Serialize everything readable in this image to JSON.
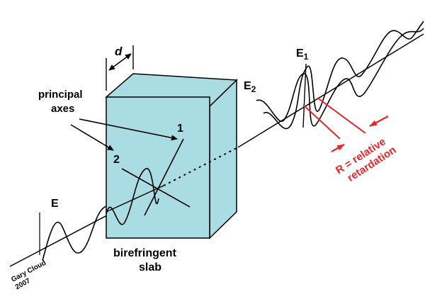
{
  "labels": {
    "d": "d",
    "principal_axes_line1": "principal",
    "principal_axes_line2": "axes",
    "axis_1": "1",
    "axis_2": "2",
    "E": "E",
    "E1_main": "E",
    "E1_sub": "1",
    "E2_main": "E",
    "E2_sub": "2",
    "birefringent": "birefringent",
    "slab": "slab",
    "retardation_line1": "R = relative",
    "retardation_line2": "retardation",
    "credit_line1": "Gary Cloud",
    "credit_line2": "2007"
  },
  "colors": {
    "slab_fill": "#a9dde3",
    "slab_stroke": "#000000",
    "annotation_red": "#e8262a",
    "ink": "#000000"
  }
}
